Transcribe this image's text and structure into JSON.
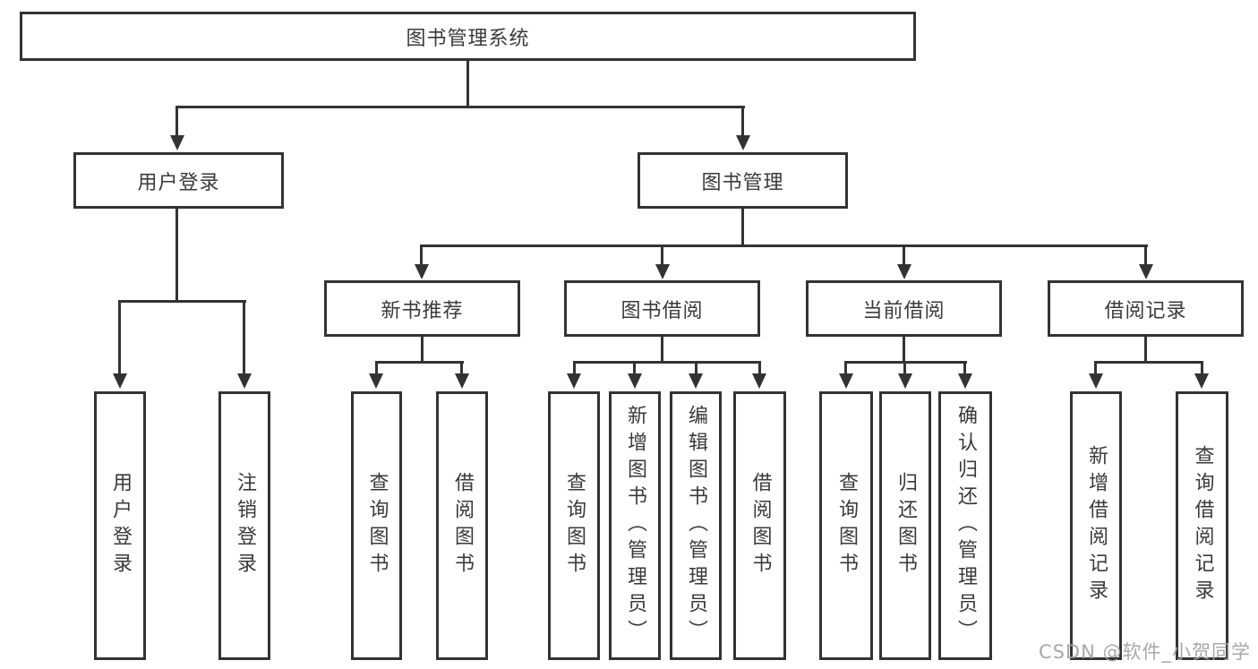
{
  "tree": {
    "label": "图书管理系统",
    "children": [
      {
        "label": "用户登录",
        "children": [
          {
            "label": "用户登录"
          },
          {
            "label": "注销登录"
          }
        ]
      },
      {
        "label": "图书管理",
        "children": [
          {
            "label": "新书推荐",
            "children": [
              {
                "label": "查询图书"
              },
              {
                "label": "借阅图书"
              }
            ]
          },
          {
            "label": "图书借阅",
            "children": [
              {
                "label": "查询图书"
              },
              {
                "label": "新增图书（管理员）"
              },
              {
                "label": "编辑图书（管理员）"
              },
              {
                "label": "借阅图书"
              }
            ]
          },
          {
            "label": "当前借阅",
            "children": [
              {
                "label": "查询图书"
              },
              {
                "label": "归还图书"
              },
              {
                "label": "确认归还（管理员）"
              }
            ]
          },
          {
            "label": "借阅记录",
            "children": [
              {
                "label": "新增借阅记录"
              },
              {
                "label": "查询借阅记录"
              }
            ]
          }
        ]
      }
    ]
  },
  "watermark": "CSDN @软件_小贺同学",
  "colors": {
    "line": "#333333",
    "text": "#3a3a3a",
    "background": "#ffffff",
    "watermark": "#a3a3a3"
  }
}
